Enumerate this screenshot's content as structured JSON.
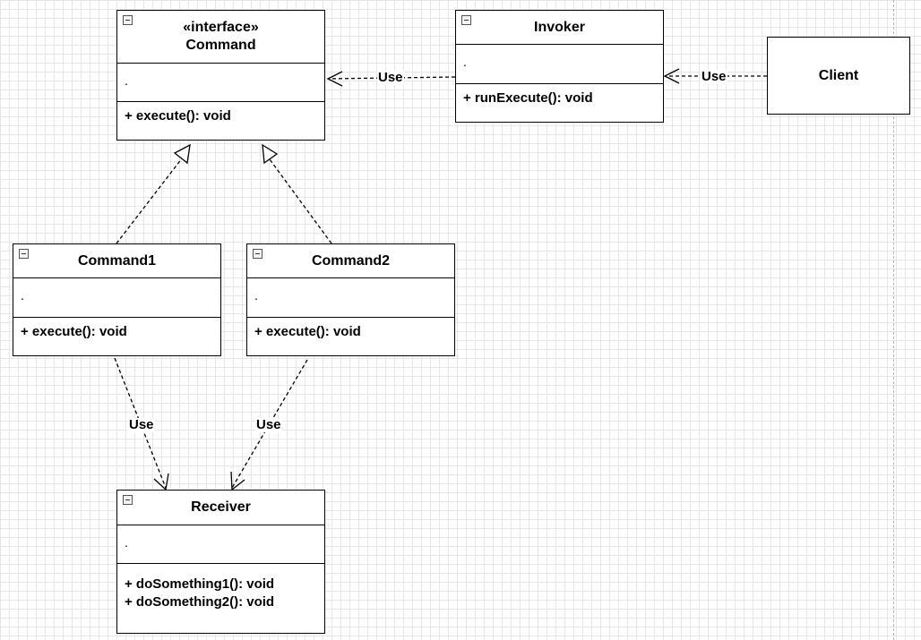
{
  "classes": {
    "command": {
      "stereotype": "«interface»",
      "name": "Command",
      "attribute": ".",
      "operations": [
        "+ execute(): void"
      ]
    },
    "invoker": {
      "name": "Invoker",
      "attribute": ".",
      "operations": [
        "+ runExecute(): void"
      ]
    },
    "command1": {
      "name": "Command1",
      "attribute": ".",
      "operations": [
        "+ execute(): void"
      ]
    },
    "command2": {
      "name": "Command2",
      "attribute": ".",
      "operations": [
        "+ execute(): void"
      ]
    },
    "receiver": {
      "name": "Receiver",
      "attribute": ".",
      "operations": [
        "+ doSomething1(): void",
        "+ doSomething2(): void"
      ]
    }
  },
  "actors": {
    "client": {
      "name": "Client"
    }
  },
  "relations": [
    {
      "from": "Invoker",
      "to": "Command",
      "type": "dependency",
      "label": "Use"
    },
    {
      "from": "Client",
      "to": "Invoker",
      "type": "dependency",
      "label": "Use"
    },
    {
      "from": "Command1",
      "to": "Command",
      "type": "realization",
      "label": ""
    },
    {
      "from": "Command2",
      "to": "Command",
      "type": "realization",
      "label": ""
    },
    {
      "from": "Command1",
      "to": "Receiver",
      "type": "dependency",
      "label": "Use"
    },
    {
      "from": "Command2",
      "to": "Receiver",
      "type": "dependency",
      "label": "Use"
    }
  ]
}
